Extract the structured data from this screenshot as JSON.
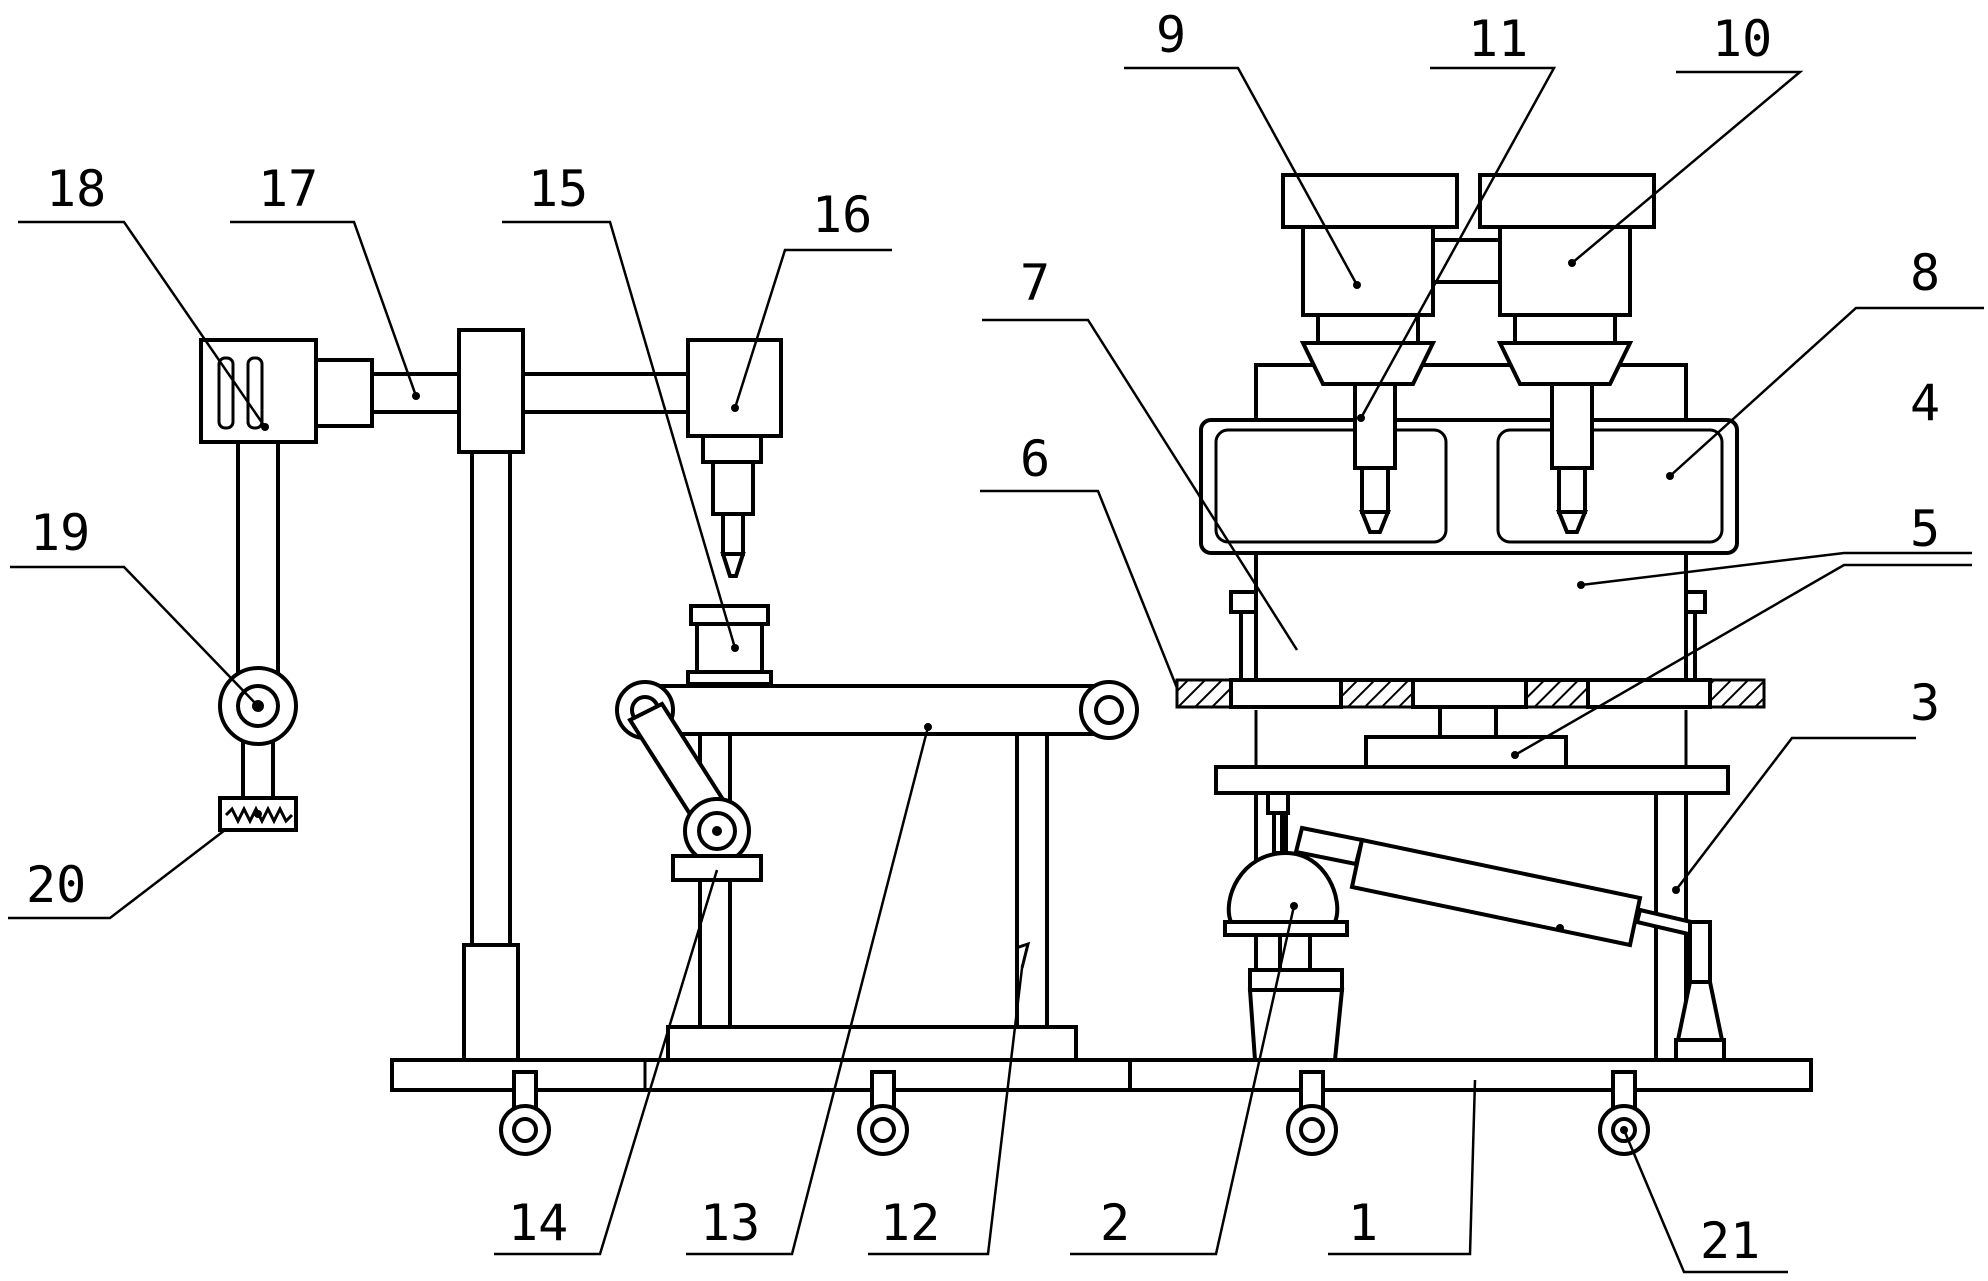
{
  "figure": {
    "labels": {
      "l1": "1",
      "l2": "2",
      "l3": "3",
      "l4": "4",
      "l5": "5",
      "l6": "6",
      "l7": "7",
      "l8": "8",
      "l9": "9",
      "l10": "10",
      "l11": "11",
      "l12": "12",
      "l13": "13",
      "l14": "14",
      "l15": "15",
      "l16": "16",
      "l17": "17",
      "l18": "18",
      "l19": "19",
      "l20": "20",
      "l21": "21"
    }
  }
}
